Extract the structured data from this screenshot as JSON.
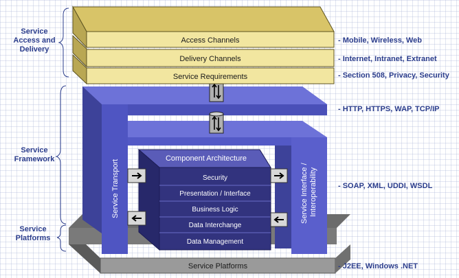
{
  "layers": [
    {
      "key": "access",
      "label_lines": [
        "Service",
        "Access and",
        "Delivery"
      ]
    },
    {
      "key": "framework",
      "label_lines": [
        "Service",
        "Framework"
      ]
    },
    {
      "key": "platforms",
      "label_lines": [
        "Service",
        "Platforms"
      ]
    }
  ],
  "access_boxes": {
    "access_channels": "Access Channels",
    "delivery_channels": "Delivery Channels",
    "service_requirements": "Service Requirements"
  },
  "framework": {
    "service_transport": "Service Transport",
    "service_interface_lines": [
      "Service Interface /",
      "Interoperability"
    ],
    "component_architecture": "Component Architecture",
    "components": [
      "Security",
      "Presentation / Interface",
      "Business Logic",
      "Data Interchange",
      "Data  Management"
    ]
  },
  "platform": {
    "label": "Service Platforms"
  },
  "annotations": {
    "access": "- Mobile, Wireless, Web",
    "delivery": "- Internet, Intranet, Extranet",
    "requirements": "- Section 508, Privacy, Security",
    "transport": "- HTTP, HTTPS, WAP, TCP/IP",
    "interface": "- SOAP, XML, UDDI, WSDL",
    "platforms": "- J2EE, Windows .NET"
  },
  "colors": {
    "yellow_front": "#f2e6a0",
    "yellow_top": "#d8c468",
    "blue_front": "#4a50b8",
    "blue_light": "#6d72d8",
    "cube_front": "#32337e",
    "cube_top": "#5a5cb8",
    "platform_gray": "#9a9a9a",
    "label_blue": "#2b3d8c"
  }
}
